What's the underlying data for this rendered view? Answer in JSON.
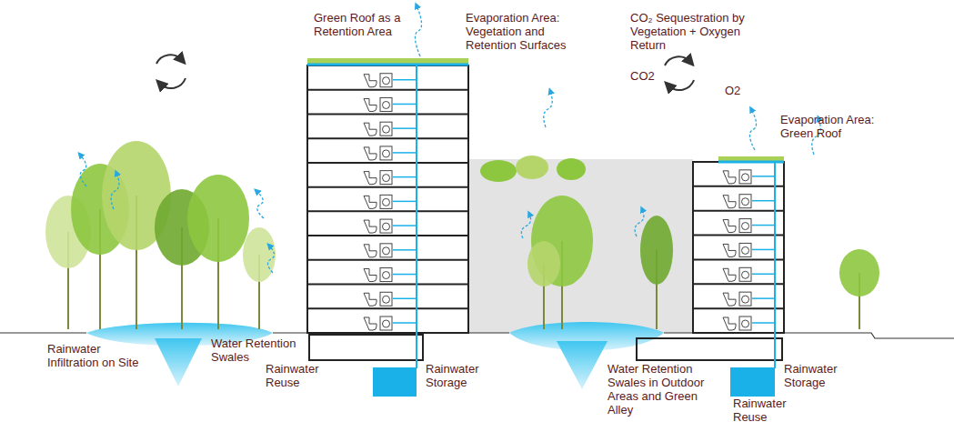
{
  "diagram": {
    "labels": [
      "Green Roof as a Retention Area",
      "Evaporation Area: Vegetation and Retention Surfaces",
      "CO₂ Sequestration by Vegetation + Oxygen Return",
      "CO2",
      "O2",
      "Evaporation Area: Green Roof",
      "Rainwater Infiltration on Site",
      "Water Retention Swales",
      "Rainwater Reuse",
      "Rainwater Storage",
      "Water Retention Swales in Outdoor Areas and Green Alley",
      "Rainwater Storage",
      "Rainwater Reuse"
    ]
  }
}
